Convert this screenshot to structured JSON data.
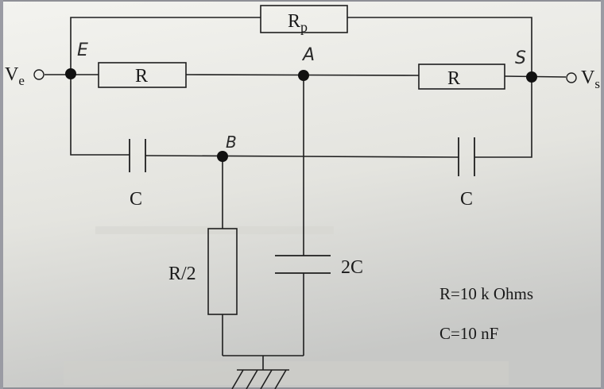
{
  "diagram": {
    "labels": {
      "input": "V",
      "input_sub": "e",
      "output": "V",
      "output_sub": "s",
      "resistor_parallel": "R",
      "resistor_parallel_sub": "p",
      "resistor_left": "R",
      "resistor_right": "R",
      "resistor_half": "R/2",
      "capacitor_left": "C",
      "capacitor_right": "C",
      "capacitor_double": "2C"
    },
    "nodes": {
      "e": "E",
      "a": "A",
      "s": "S",
      "b": "B"
    },
    "values": {
      "r": "R=10 k Ohms",
      "c": "C=10 nF"
    }
  },
  "colors": {
    "paper_top": "#f2f2ee",
    "paper_bottom": "#c9cac8",
    "ink": "#1e1e1e"
  }
}
